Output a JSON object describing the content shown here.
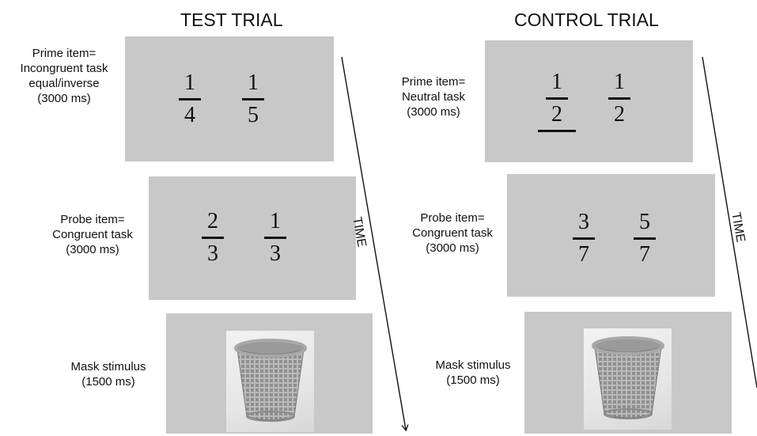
{
  "titles": {
    "test": "TEST TRIAL",
    "control": "CONTROL TRIAL"
  },
  "test": {
    "prime_label": [
      "Prime item=",
      "Incongruent task",
      "equal/inverse",
      "(3000 ms)"
    ],
    "prime_fractions": [
      {
        "num": "1",
        "den": "4"
      },
      {
        "num": "1",
        "den": "5"
      }
    ],
    "probe_label": [
      "Probe item=",
      "Congruent task",
      "(3000 ms)"
    ],
    "probe_fractions": [
      {
        "num": "2",
        "den": "3"
      },
      {
        "num": "1",
        "den": "3"
      }
    ],
    "mask_label": [
      "Mask stimulus",
      "(1500 ms)"
    ],
    "time_label": "TIME"
  },
  "control": {
    "prime_label": [
      "Prime item=",
      "Neutral task",
      "(3000 ms)"
    ],
    "prime_fractions": [
      {
        "num": "1",
        "den": "2"
      },
      {
        "num": "1",
        "den": "2"
      }
    ],
    "probe_label": [
      "Probe item=",
      "Congruent task",
      "(3000 ms)"
    ],
    "probe_fractions": [
      {
        "num": "3",
        "den": "7"
      },
      {
        "num": "5",
        "den": "7"
      }
    ],
    "mask_label": [
      "Mask stimulus",
      "(1500 ms)"
    ],
    "time_label": "TIME"
  },
  "icons": {
    "mask_image": "wastebasket-icon"
  },
  "colors": {
    "panel": "#c8c8c8",
    "ink": "#111111"
  }
}
